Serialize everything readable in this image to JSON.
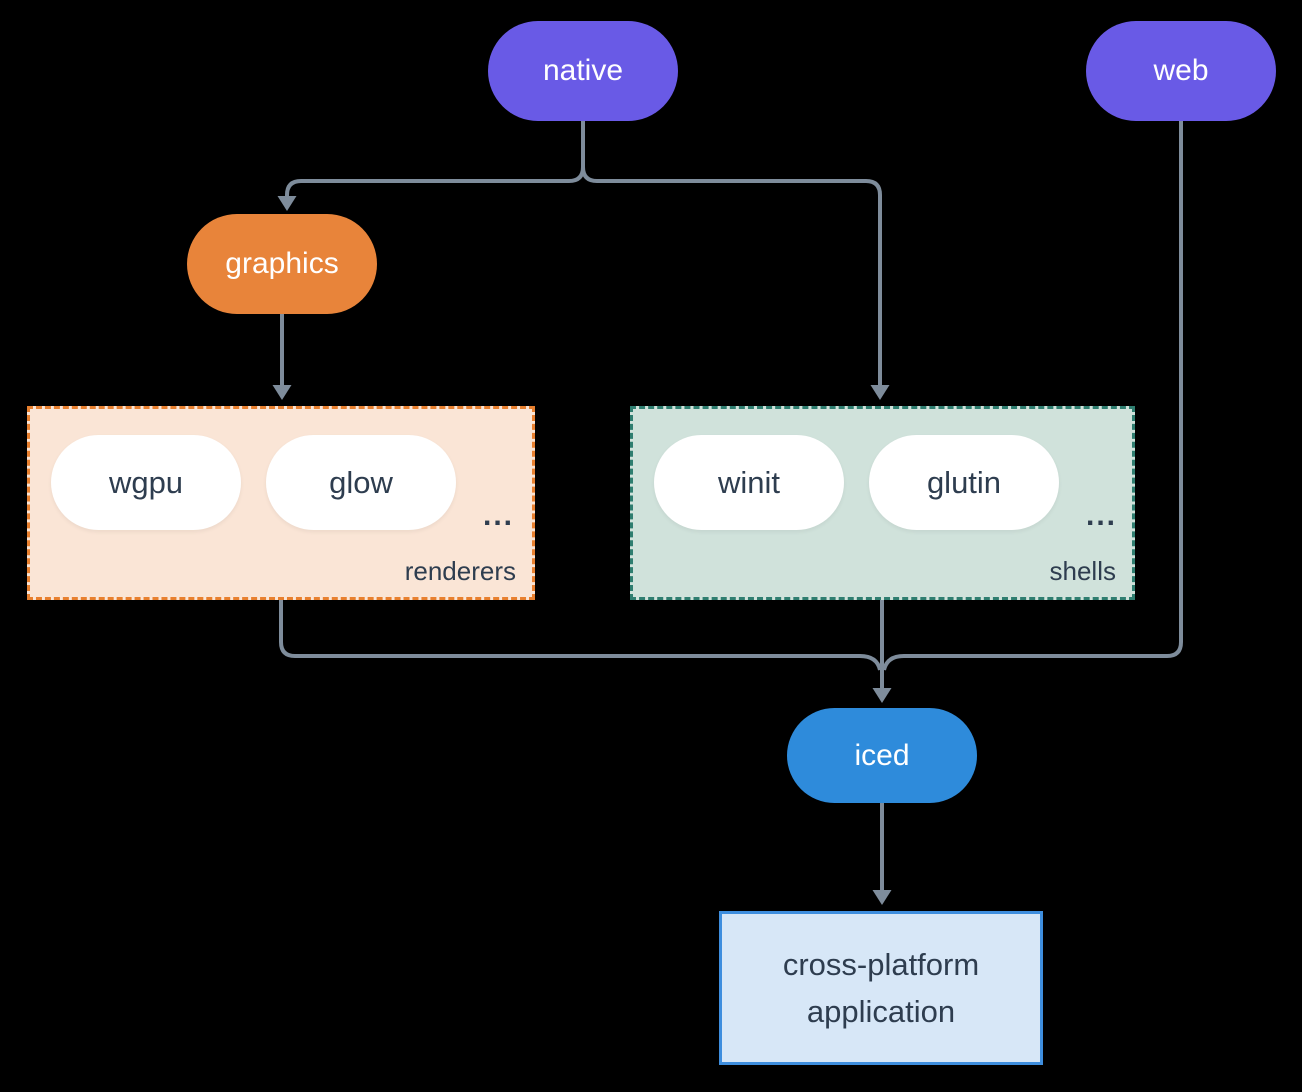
{
  "nodes": {
    "native": {
      "label": "native",
      "color": "#695AE6",
      "text_color": "#FFFFFF"
    },
    "web": {
      "label": "web",
      "color": "#695AE6",
      "text_color": "#FFFFFF"
    },
    "graphics": {
      "label": "graphics",
      "color": "#E8843A",
      "text_color": "#FFFFFF"
    },
    "iced": {
      "label": "iced",
      "color": "#2E8BDB",
      "text_color": "#FFFFFF"
    },
    "application": {
      "label": "cross-platform application",
      "bg": "#D7E7F7",
      "border": "#3E8EDE",
      "text_color": "#2E3D4F"
    }
  },
  "groups": {
    "renderers": {
      "label": "renderers",
      "items": [
        "wgpu",
        "glow"
      ],
      "ellipsis": "...",
      "bg": "#FAE5D6",
      "border": "#E8802F"
    },
    "shells": {
      "label": "shells",
      "items": [
        "winit",
        "glutin"
      ],
      "ellipsis": "...",
      "bg": "#D0E2DB",
      "border": "#2F7E70"
    }
  },
  "style": {
    "background": "#000000",
    "connector_color": "#7E8C9B",
    "inner_pill_bg": "#FFFFFF",
    "dark_text": "#2E3D4F"
  }
}
